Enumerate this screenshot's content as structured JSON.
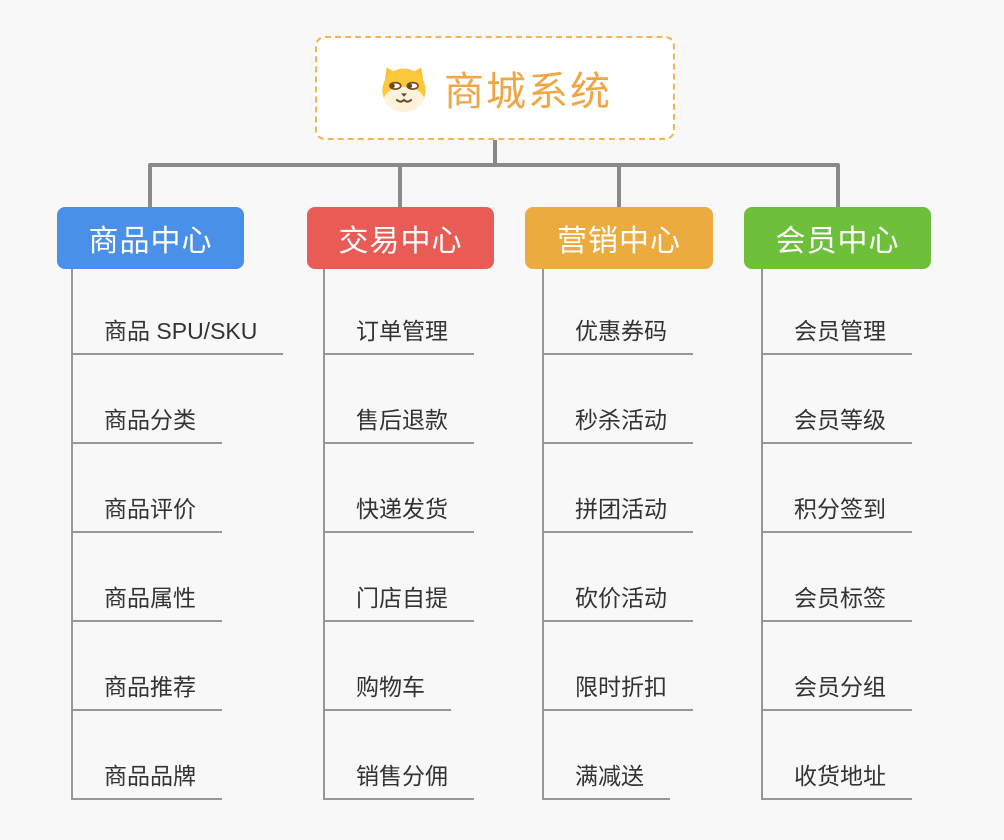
{
  "root": {
    "title": "商城系统",
    "icon": "dog-icon"
  },
  "branches": [
    {
      "label": "商品中心",
      "color": "#4a90e8",
      "items": [
        "商品 SPU/SKU",
        "商品分类",
        "商品评价",
        "商品属性",
        "商品推荐",
        "商品品牌"
      ]
    },
    {
      "label": "交易中心",
      "color": "#e95c55",
      "items": [
        "订单管理",
        "售后退款",
        "快递发货",
        "门店自提",
        "购物车",
        "销售分佣"
      ]
    },
    {
      "label": "营销中心",
      "color": "#ebab3f",
      "items": [
        "优惠券码",
        "秒杀活动",
        "拼团活动",
        "砍价活动",
        "限时折扣",
        "满减送"
      ]
    },
    {
      "label": "会员中心",
      "color": "#6ec03c",
      "items": [
        "会员管理",
        "会员等级",
        "积分签到",
        "会员标签",
        "会员分组",
        "收货地址"
      ]
    }
  ],
  "colors": {
    "background": "#f8f8f8",
    "root_border": "#f6b352",
    "root_title": "#f0a645",
    "connector": "#8a8a8a",
    "leaf_line": "#979797",
    "leaf_text": "#333333"
  }
}
